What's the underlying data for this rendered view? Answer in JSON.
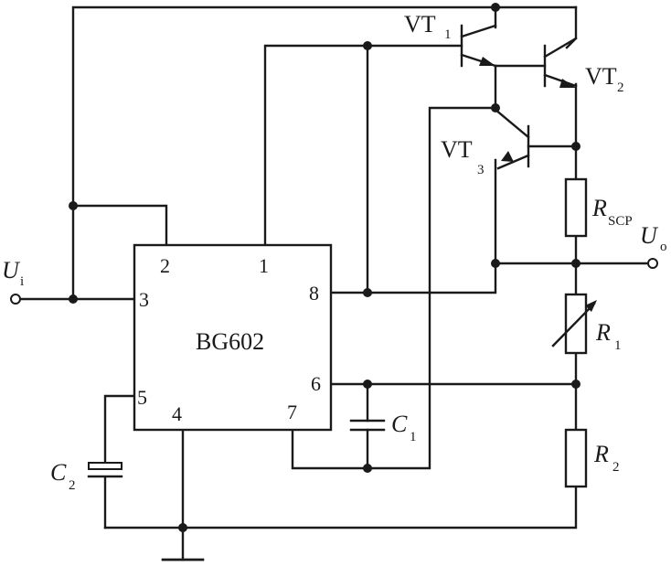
{
  "ic": {
    "name": "BG602",
    "pins": {
      "p1": "1",
      "p2": "2",
      "p3": "3",
      "p4": "4",
      "p5": "5",
      "p6": "6",
      "p7": "7",
      "p8": "8"
    }
  },
  "components": {
    "vt1": {
      "main": "VT",
      "sub": "1"
    },
    "vt2": {
      "main": "VT",
      "sub": "2"
    },
    "vt3": {
      "main": "VT",
      "sub": "3"
    },
    "rscp": {
      "main": "R",
      "sub": "SCP"
    },
    "r1": {
      "main": "R",
      "sub": "1"
    },
    "r2": {
      "main": "R",
      "sub": "2"
    },
    "c1": {
      "main": "C",
      "sub": "1"
    },
    "c2": {
      "main": "C",
      "sub": "2"
    }
  },
  "terminals": {
    "input": {
      "main": "U",
      "sub": "i"
    },
    "output": {
      "main": "U",
      "sub": "o"
    }
  }
}
